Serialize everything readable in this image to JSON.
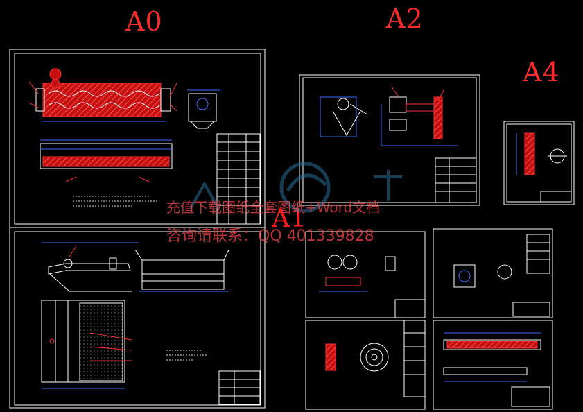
{
  "sheet_labels": {
    "a0": "A0",
    "a1": "A1",
    "a2": "A2",
    "a4": "A4"
  },
  "watermark": {
    "line1": "充值下载图纸全套图纸+Word文档",
    "line2": "咨询请联系：QQ 401339828"
  },
  "colors": {
    "background": "#000000",
    "frame": "#ffffff",
    "hatch": "#ff2020",
    "leader": "#ff3030",
    "dimension": "#3a6bff",
    "part": "#ffffff",
    "watermark": "#ff4a4a",
    "logo": "#2a6f9a"
  },
  "icons": {
    "logo": "logo-icon"
  }
}
